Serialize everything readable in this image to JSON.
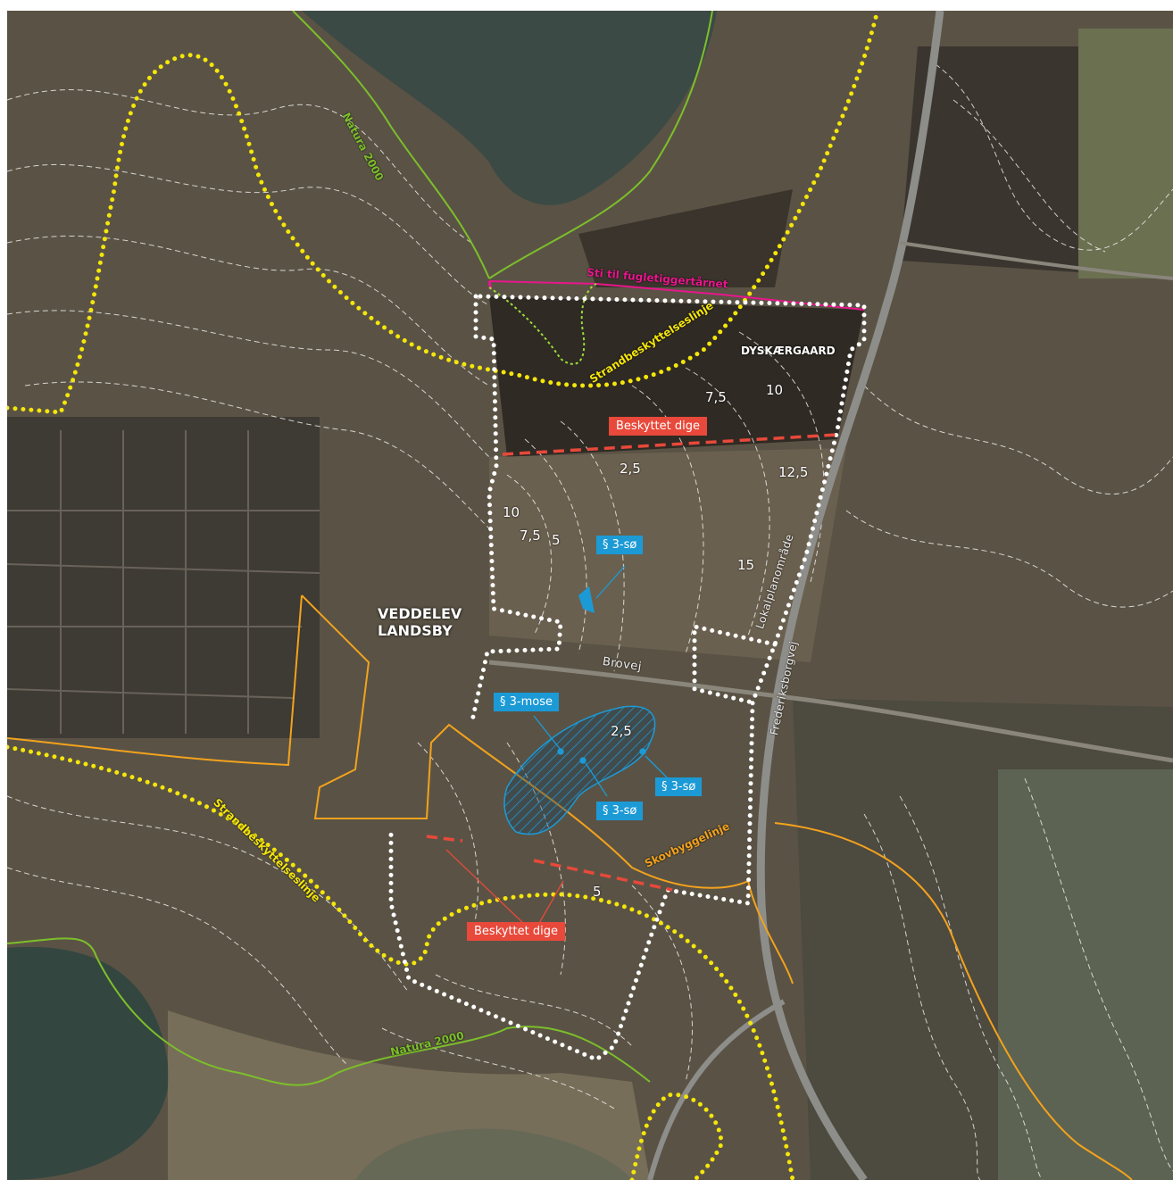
{
  "colors": {
    "shoreline_buffer": "#f5e60a",
    "natura2000": "#7cbf2a",
    "forest_buffer": "#f3a21d",
    "path": "#e8168c",
    "protected_dike": "#e8493a",
    "protected_nature": "#1c9ad6",
    "plan_area": "#ffffff",
    "contours": "#ffffff"
  },
  "labels": {
    "natura_north": "Natura 2000",
    "natura_south": "Natura 2000",
    "path": "Sti til fugletiggertårnet",
    "strand_north": "Strandbeskyttelseslinje",
    "strand_south": "Strandbeskyttelseslinje",
    "skov": "Skovbyggelinje",
    "lokalplan": "Lokalplanområde",
    "farm": "DYSKÆRGAARD",
    "village": "VEDDELEV LANDSBY",
    "road_brovej": "Brovej",
    "road_frederiksborgvej": "Frederiksborgvej"
  },
  "badges": {
    "dike_north": "Beskyttet dige",
    "dike_south": "Beskyttet dige",
    "lake_north": "§ 3-sø",
    "mose": "§ 3-mose",
    "lake_east": "§ 3-sø",
    "lake_south": "§ 3-sø"
  },
  "contour_values": {
    "c1": "7,5",
    "c2": "10",
    "c3": "2,5",
    "c4": "12,5",
    "c5": "10",
    "c6": "7,5",
    "c7": "5",
    "c8": "15",
    "c9": "2,5",
    "c10": "5"
  }
}
